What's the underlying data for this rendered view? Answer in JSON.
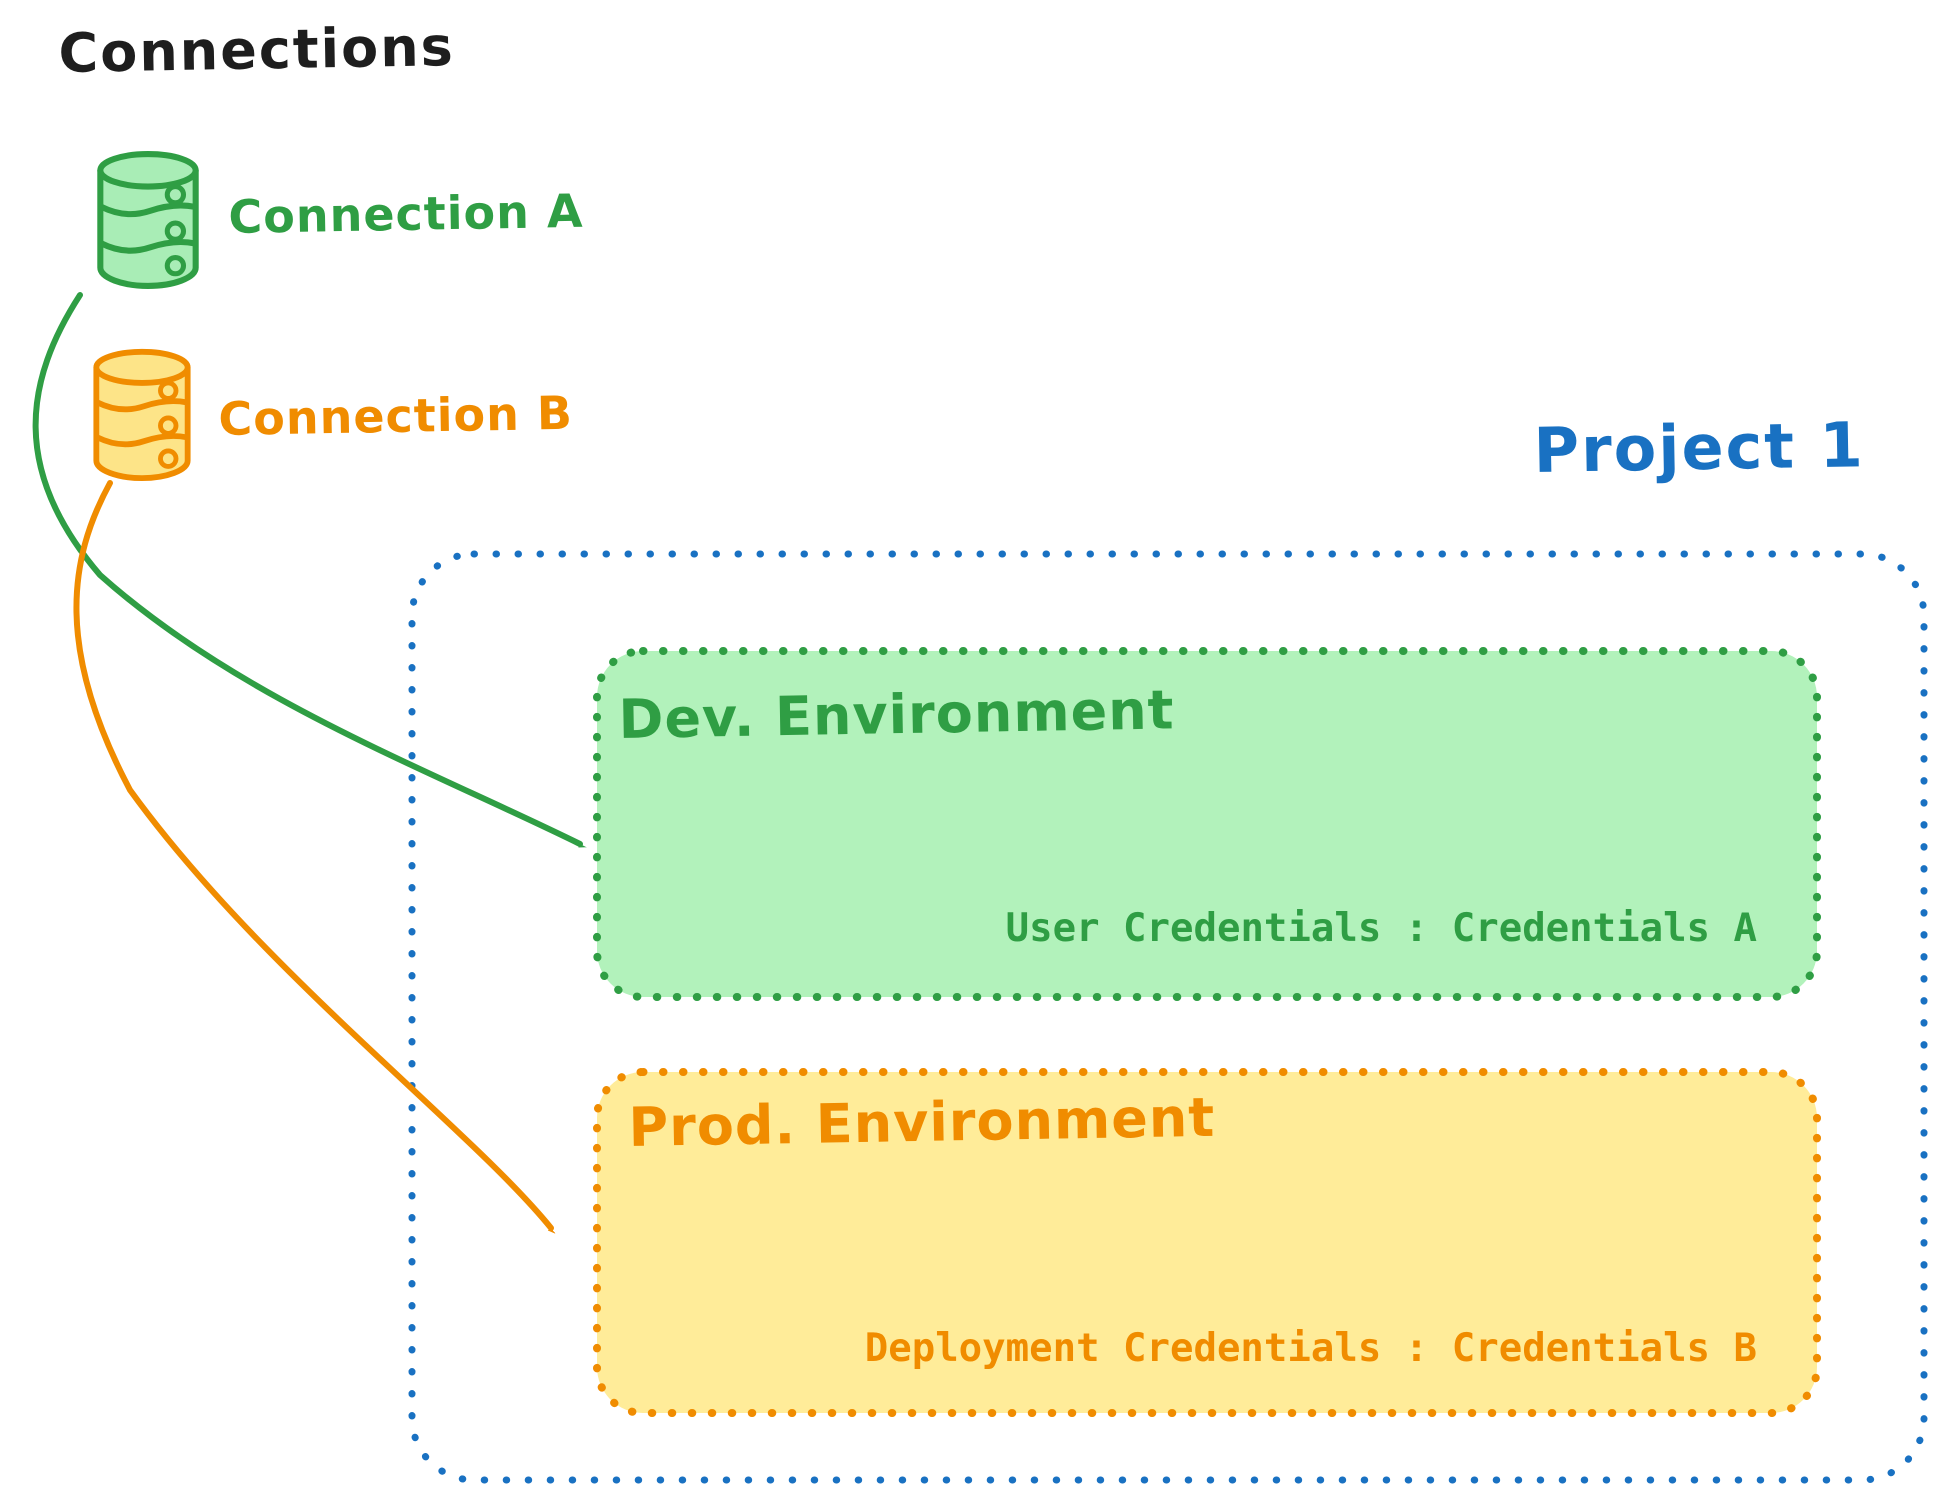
{
  "colors": {
    "ink": "#1e1e1e",
    "green": "#2f9e44",
    "green_fill": "#b2f2bb",
    "green_icon_fill": "#a9edb6",
    "orange": "#f08c00",
    "orange_fill": "#ffec99",
    "orange_icon_fill": "#fde488",
    "blue": "#1971c2",
    "white": "#ffffff"
  },
  "connections_panel": {
    "title": "Connections",
    "items": [
      {
        "label": "Connection A",
        "icon": "database-icon",
        "color": "#2f9e44",
        "fill": "#a9edb6"
      },
      {
        "label": "Connection B",
        "icon": "database-icon",
        "color": "#f08c00",
        "fill": "#fde488"
      }
    ]
  },
  "project": {
    "title": "Project 1",
    "environments": [
      {
        "name": "Dev. Environment",
        "credentials": "User Credentials : Credentials A"
      },
      {
        "name": "Prod. Environment",
        "credentials": "Deployment Credentials : Credentials B"
      }
    ]
  },
  "arrows": [
    {
      "name": "connection-a-to-dev-environment",
      "color": "#2f9e44"
    },
    {
      "name": "connection-b-to-prod-environment",
      "color": "#f08c00"
    }
  ]
}
